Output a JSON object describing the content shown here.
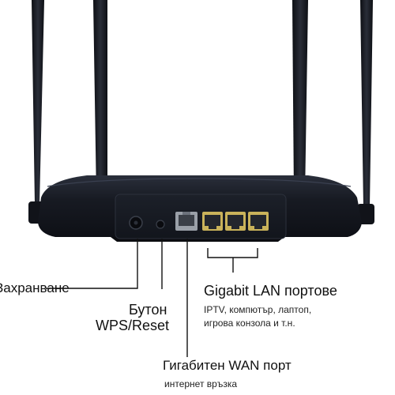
{
  "labels": {
    "power": "Захранване",
    "wps_line1": "Бутон",
    "wps_line2": "WPS/Reset",
    "lan_title": "Gigabit LAN портове",
    "lan_desc_line1": "IPTV, компютър, лаптоп,",
    "lan_desc_line2": "игрова конзола и т.н.",
    "wan_title": "Гигабитен WAN порт",
    "wan_desc": "интернет връзка"
  },
  "colors": {
    "background": "#ffffff",
    "router_body": "#1b1e26",
    "callout_line": "#111111",
    "lan_port": "#c9b25a",
    "wan_port": "#9aa0a8"
  }
}
